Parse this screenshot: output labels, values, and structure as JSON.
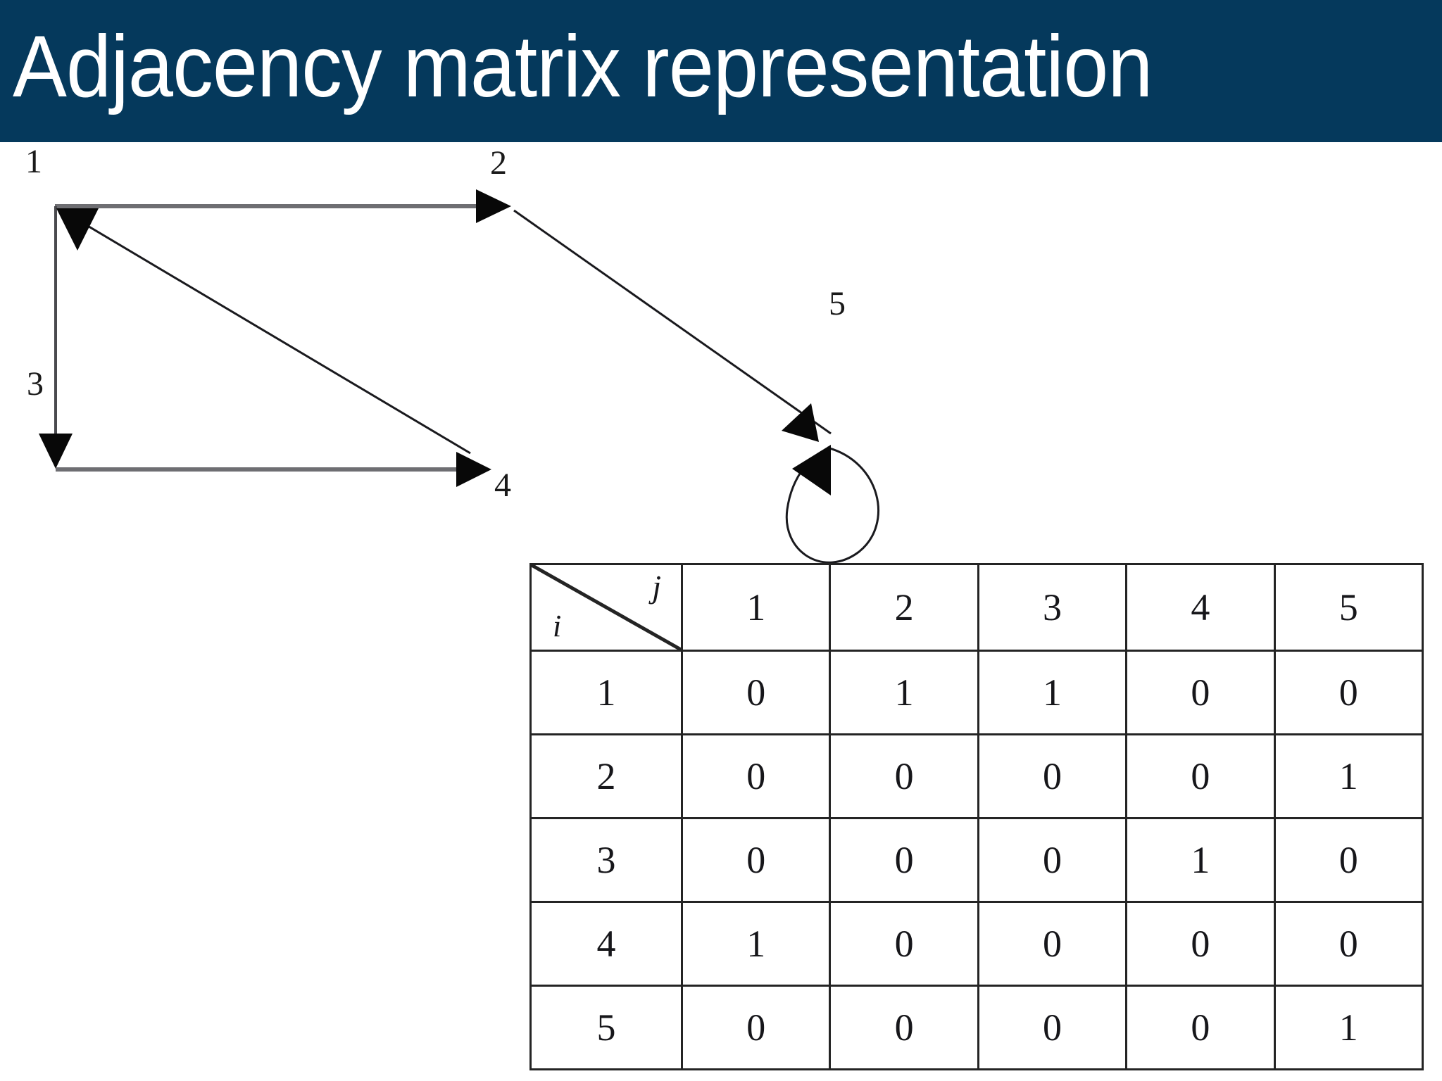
{
  "slide": {
    "title": "Adjacency matrix representation",
    "title_bar_color": "#05395c",
    "title_text_color": "#ffffff",
    "background_color": "#ffffff"
  },
  "graph": {
    "name": "directed-graph-diagram",
    "nodes": [
      {
        "id": "1",
        "label": "1"
      },
      {
        "id": "2",
        "label": "2"
      },
      {
        "id": "3",
        "label": "3"
      },
      {
        "id": "4",
        "label": "4"
      },
      {
        "id": "5",
        "label": "5"
      }
    ],
    "edges": [
      {
        "from": "1",
        "to": "2",
        "kind": "straight"
      },
      {
        "from": "1",
        "to": "3",
        "kind": "straight"
      },
      {
        "from": "2",
        "to": "5",
        "kind": "straight"
      },
      {
        "from": "3",
        "to": "4",
        "kind": "straight"
      },
      {
        "from": "4",
        "to": "1",
        "kind": "straight"
      },
      {
        "from": "5",
        "to": "5",
        "kind": "self-loop"
      }
    ]
  },
  "chart_data": {
    "type": "table",
    "title": "Adjacency matrix representation",
    "corner_row_symbol": "i",
    "corner_col_symbol": "j",
    "columns": [
      "1",
      "2",
      "3",
      "4",
      "5"
    ],
    "rows": [
      "1",
      "2",
      "3",
      "4",
      "5"
    ],
    "values": [
      [
        0,
        1,
        1,
        0,
        0
      ],
      [
        0,
        0,
        0,
        0,
        1
      ],
      [
        0,
        0,
        0,
        1,
        0
      ],
      [
        1,
        0,
        0,
        0,
        0
      ],
      [
        0,
        0,
        0,
        0,
        1
      ]
    ],
    "grid": true,
    "legend": "none"
  }
}
